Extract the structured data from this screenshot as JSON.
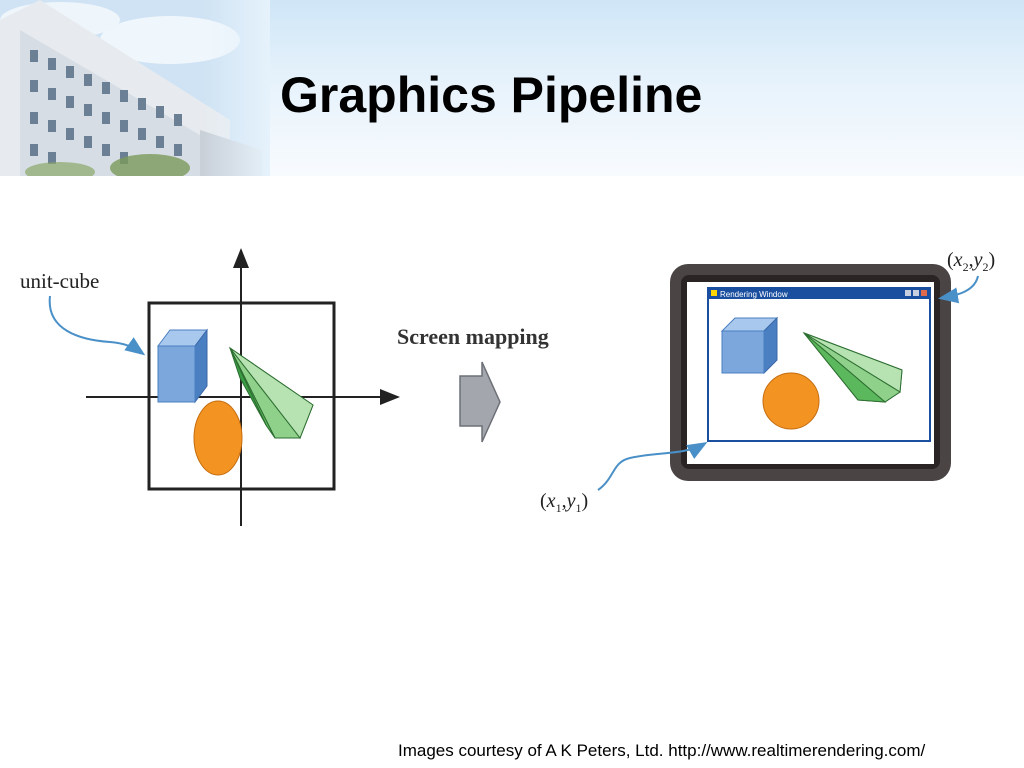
{
  "slide": {
    "title": "Graphics Pipeline",
    "footer": "Images courtesy of A K Peters, Ltd. http://www.realtimerendering.com/"
  },
  "diagram": {
    "left_label": "unit-cube",
    "arrow_label": "Screen mapping",
    "window_title": "Rendering Window",
    "corner_bottom_left": {
      "x": "x",
      "x_sub": "1",
      "y": "y",
      "y_sub": "1"
    },
    "corner_top_right": {
      "x": "x",
      "x_sub": "2",
      "y": "y",
      "y_sub": "2"
    }
  },
  "colors": {
    "cube_front": "#7ba7dc",
    "cube_top": "#a9c8ee",
    "cube_side": "#4a7fc2",
    "sphere": "#f39322",
    "cone_light": "#b7e3b2",
    "cone_dark": "#3a9c44",
    "window_title_bar": "#1a4fa0",
    "monitor_frame": "#4a4444",
    "callout_arrow": "#4a90c8",
    "mapping_arrow": "#a3a7ad"
  }
}
